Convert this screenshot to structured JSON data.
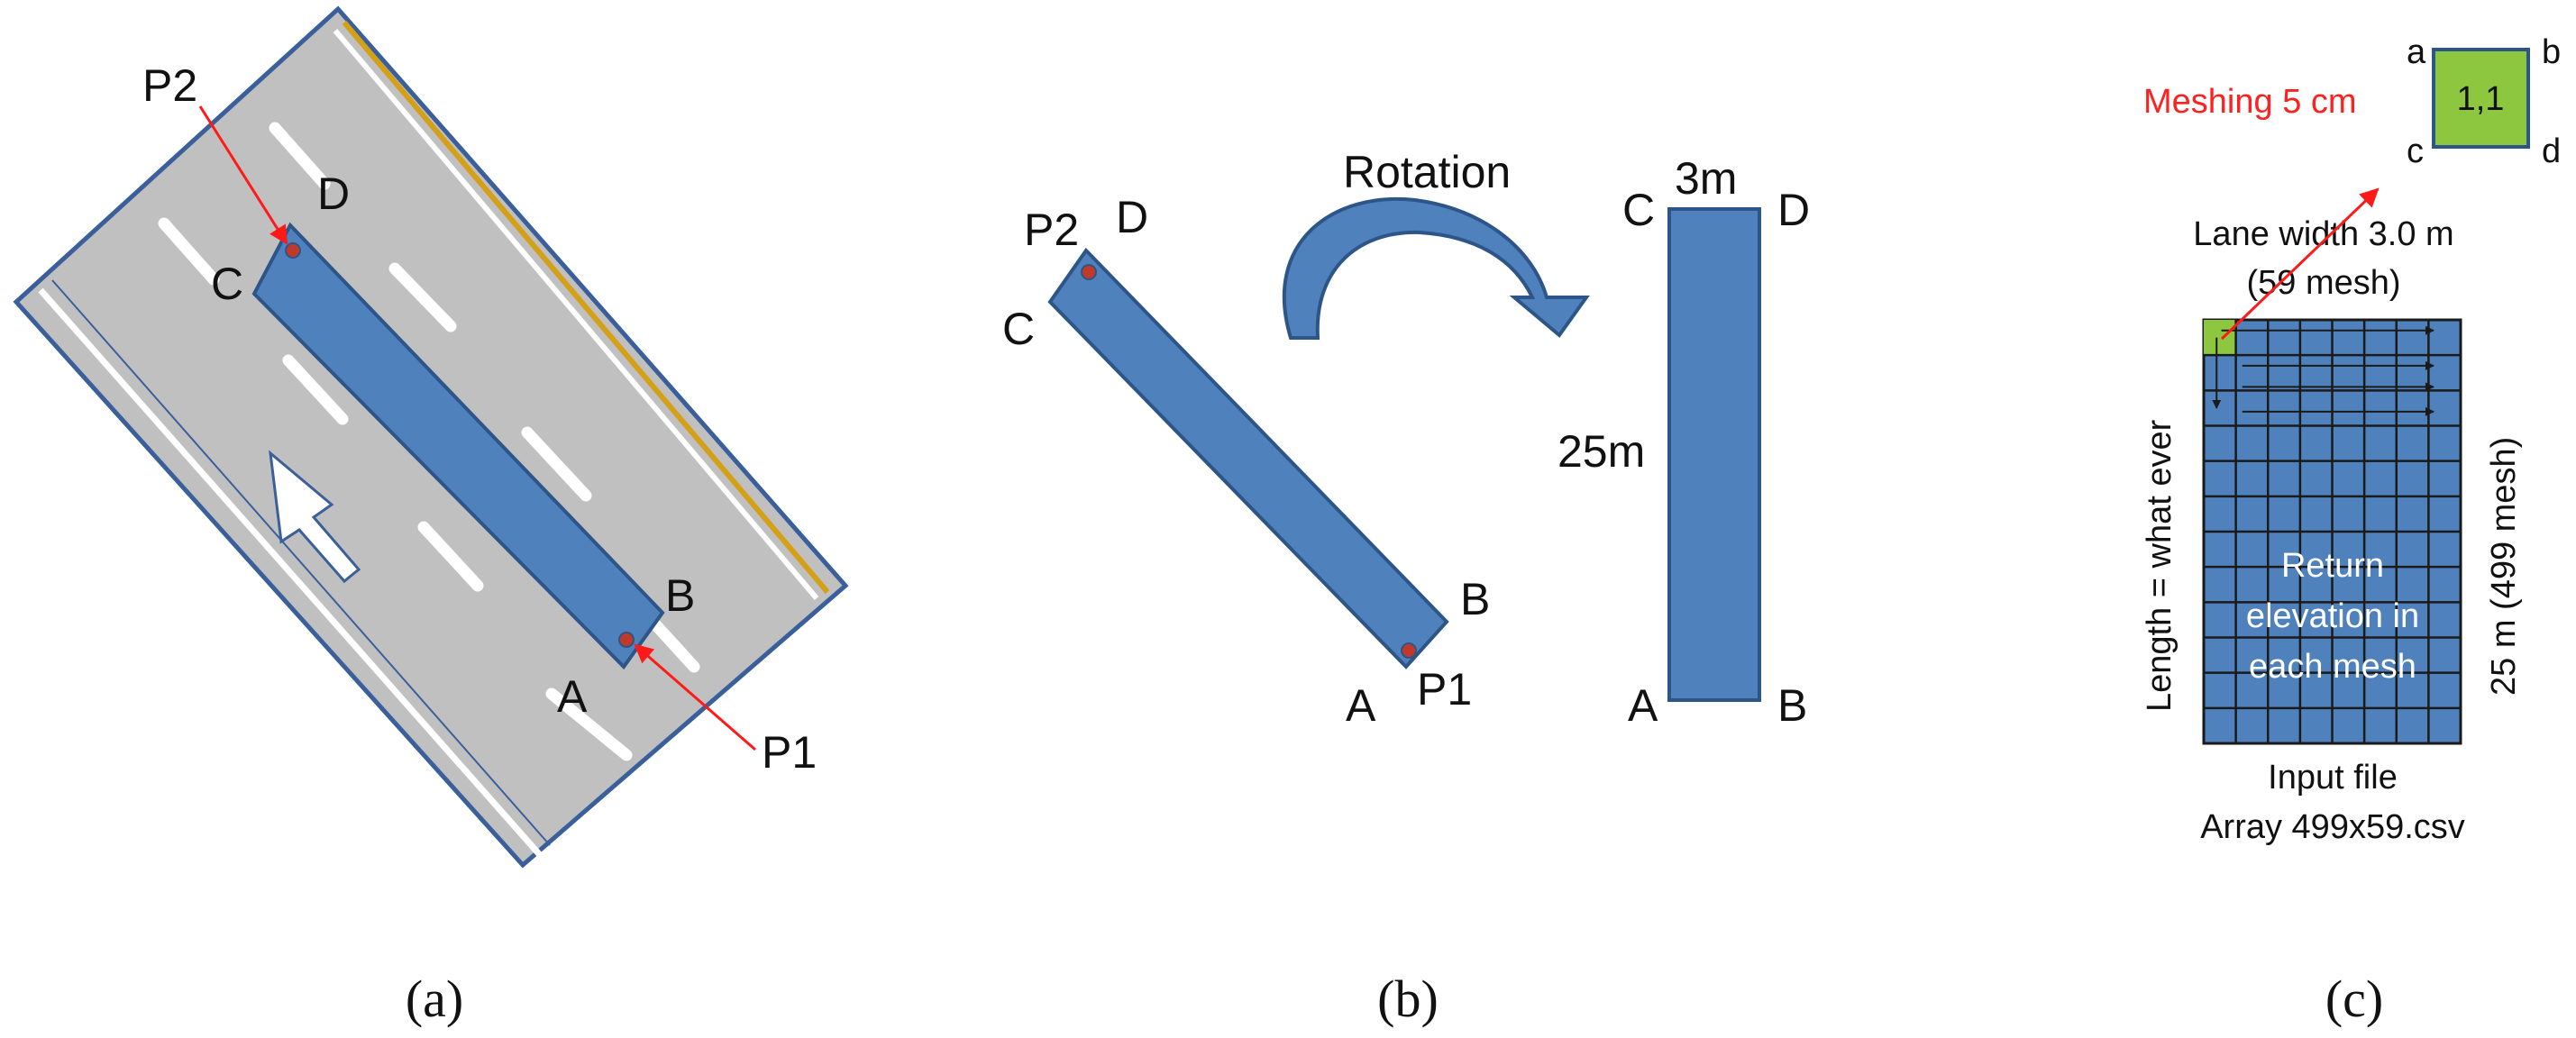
{
  "colors": {
    "road": "#c0c0c0",
    "road_border": "#3a5f9a",
    "block": "#4f81bd",
    "block_border": "#2d5587",
    "arrow_red": "#ff1a1a",
    "mesh_green": "#8dc63f",
    "centre_line": "#d4a017",
    "lane_mark": "#ffffff"
  },
  "panel_a": {
    "caption": "(a)",
    "labels": {
      "p1": "P1",
      "p2": "P2",
      "a": "A",
      "b": "B",
      "c": "C",
      "d": "D"
    }
  },
  "panel_b": {
    "caption": "(b)",
    "rotation_label": "Rotation",
    "labels": {
      "p1": "P1",
      "p2": "P2",
      "a": "A",
      "b": "B",
      "c": "C",
      "d": "D"
    },
    "width_label": "3m",
    "length_label": "25m"
  },
  "panel_c": {
    "caption": "(c)",
    "meshing_label": "Meshing 5 cm",
    "cell_label": "1,1",
    "corner_a": "a",
    "corner_b": "b",
    "corner_c": "c",
    "corner_d": "d",
    "lane_width_line1": "Lane width 3.0 m",
    "lane_width_line2": "(59 mesh)",
    "length_label": "Length = what  ever",
    "right_label": "25 m (499 mesh)",
    "inside_line1": "Return",
    "inside_line2": "elevation in",
    "inside_line3": "each mesh",
    "input_line1": "Input file",
    "input_line2": "Array 499x59.csv"
  }
}
